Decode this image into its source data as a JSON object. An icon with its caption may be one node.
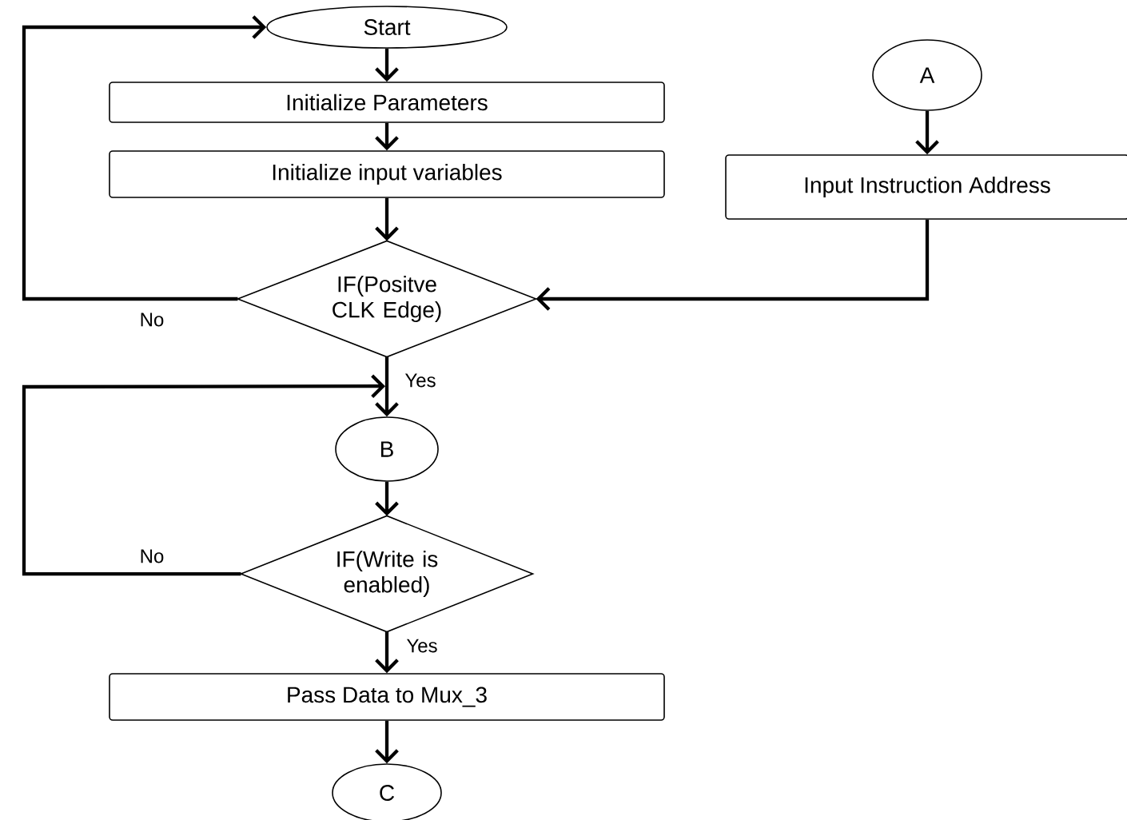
{
  "diagram": {
    "nodes": [
      {
        "text": [
          "Start"
        ]
      },
      {
        "text": [
          "Initialize Parameters"
        ]
      },
      {
        "text": [
          "Initialize input variables"
        ]
      },
      {
        "text": [
          "A"
        ]
      },
      {
        "text": [
          "Input Instruction Address"
        ]
      },
      {
        "text": [
          "IF(Positve CLK Edge)"
        ]
      },
      {
        "text": [
          "B"
        ]
      },
      {
        "text": [
          "IF(Write is enabled)"
        ]
      },
      {
        "text": [
          "Pass Data to Mux_3"
        ]
      },
      {
        "text": [
          "C"
        ]
      }
    ],
    "edges": [
      {
        "from": 0,
        "to": 1,
        "arrow": "to"
      },
      {
        "from": 1,
        "to": 2,
        "arrow": "to"
      },
      {
        "from": 2,
        "to": 5,
        "arrow": "to"
      },
      {
        "from": 3,
        "to": 4,
        "arrow": "to"
      },
      {
        "from": 4,
        "to": 5,
        "arrow": "to"
      },
      {
        "from": 5,
        "to": 0,
        "arrow": "to",
        "label": "No"
      },
      {
        "from": 5,
        "to": 6,
        "arrow": "to",
        "label": "Yes"
      },
      {
        "from": 6,
        "to": 7,
        "arrow": "to"
      },
      {
        "from": 7,
        "to": 6,
        "arrow": "to",
        "label": "No"
      },
      {
        "from": 7,
        "to": 8,
        "arrow": "to",
        "label": "Yes"
      },
      {
        "from": 8,
        "to": 9,
        "arrow": "to"
      }
    ]
  }
}
